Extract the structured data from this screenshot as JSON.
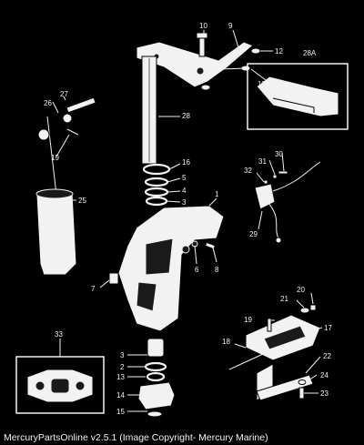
{
  "diagram": {
    "callouts": {
      "c1": "1",
      "c2": "2",
      "c3a": "3",
      "c3b": "3",
      "c4": "4",
      "c5": "5",
      "c6": "6",
      "c7": "7",
      "c8": "8",
      "c9": "9",
      "c10": "10",
      "c11": "11",
      "c12": "12",
      "c13": "13",
      "c14": "14",
      "c15": "15",
      "c16": "16",
      "c17": "17",
      "c18": "18",
      "c19a": "19",
      "c19b": "19",
      "c20": "20",
      "c21": "21",
      "c22": "22",
      "c23": "23",
      "c24": "24",
      "c25": "25",
      "c26": "26",
      "c27": "27",
      "c28": "28",
      "c28a": "28A",
      "c29": "29",
      "c30": "30",
      "c31": "31",
      "c32": "32",
      "c33": "33"
    }
  },
  "footer": {
    "caption": "MercuryPartsOnline v2.5.1 (Image Copyright- Mercury Marine)"
  }
}
